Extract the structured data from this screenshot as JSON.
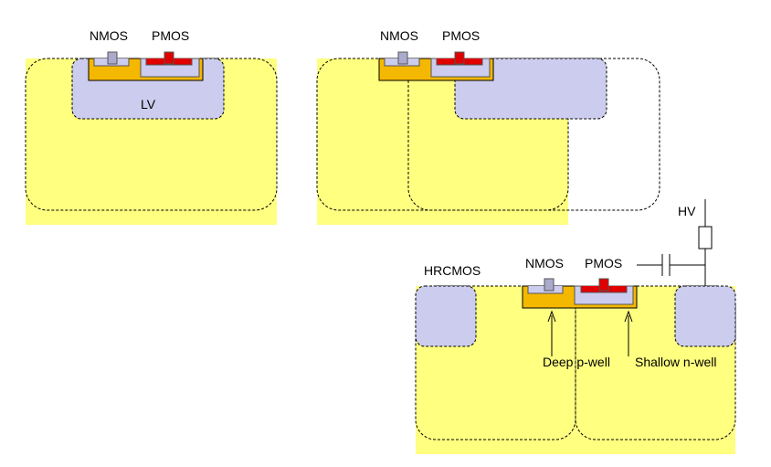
{
  "colors": {
    "substrate": "#ffff80",
    "well": "#ccccee",
    "well_stroke": "#8888aa",
    "device_box": "#f5b800",
    "gate": "#e00000",
    "outline": "#000000"
  },
  "panel_left": {
    "nmos_label": "NMOS",
    "pmos_label": "PMOS",
    "well_label": "LV"
  },
  "panel_right_top": {
    "nmos_label": "NMOS",
    "pmos_label": "PMOS"
  },
  "panel_bottom": {
    "hrcmos_label": "HRCMOS",
    "nmos_label": "NMOS",
    "pmos_label": "PMOS",
    "hv_label": "HV",
    "deep_pwell_label": "Deep p-well",
    "shallow_nwell_label": "Shallow n-well"
  }
}
